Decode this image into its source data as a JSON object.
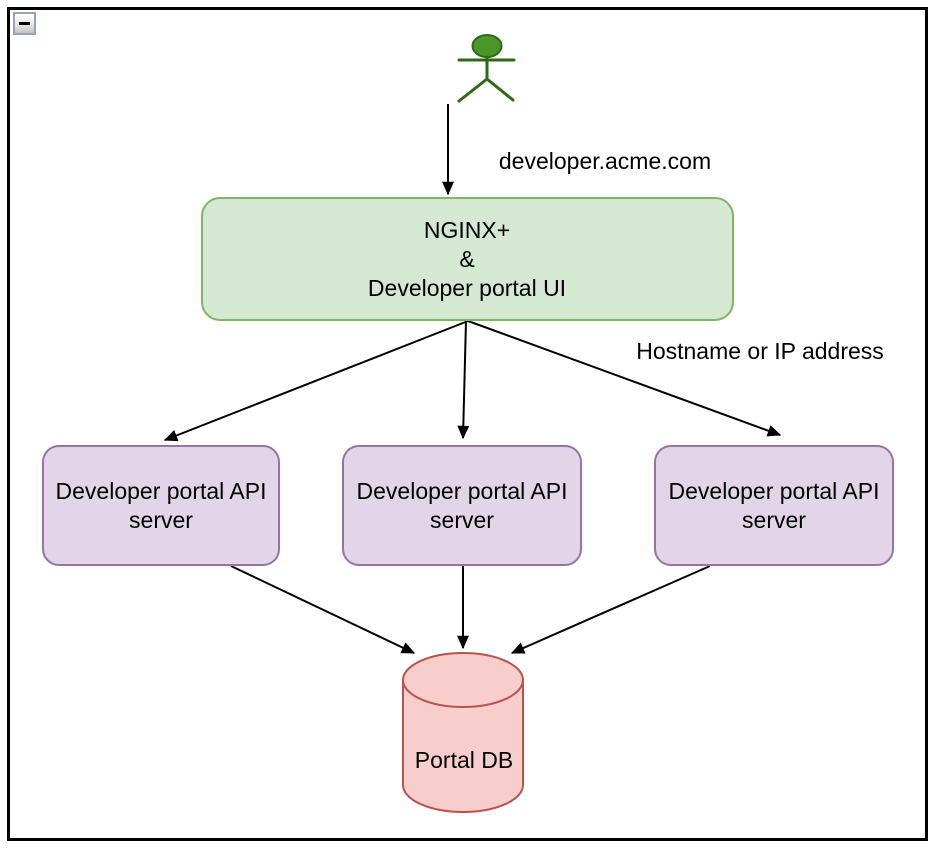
{
  "window": {
    "collapse_icon": "minus"
  },
  "diagram": {
    "actor": {
      "head_fill": "#4a9628",
      "head_stroke": "#2d6a16",
      "limb_color": "#2d6a16"
    },
    "edges": {
      "arrow_color": "#000000",
      "domain_label": "developer.acme.com",
      "hostname_label": "Hostname or IP address"
    },
    "nodes": {
      "gateway": {
        "lines": [
          "NGINX+",
          "&",
          "Developer portal UI"
        ],
        "fill": "#d5e8d4",
        "stroke": "#82b366"
      },
      "api_server_1": {
        "lines": [
          "Developer portal API",
          "server"
        ],
        "fill": "#e1d5e7",
        "stroke": "#9673a6"
      },
      "api_server_2": {
        "lines": [
          "Developer portal API",
          "server"
        ],
        "fill": "#e1d5e7",
        "stroke": "#9673a6"
      },
      "api_server_3": {
        "lines": [
          "Developer portal API",
          "server"
        ],
        "fill": "#e1d5e7",
        "stroke": "#9673a6"
      },
      "database": {
        "label": "Portal DB",
        "fill": "#f8cecc",
        "stroke": "#b85450"
      }
    }
  }
}
